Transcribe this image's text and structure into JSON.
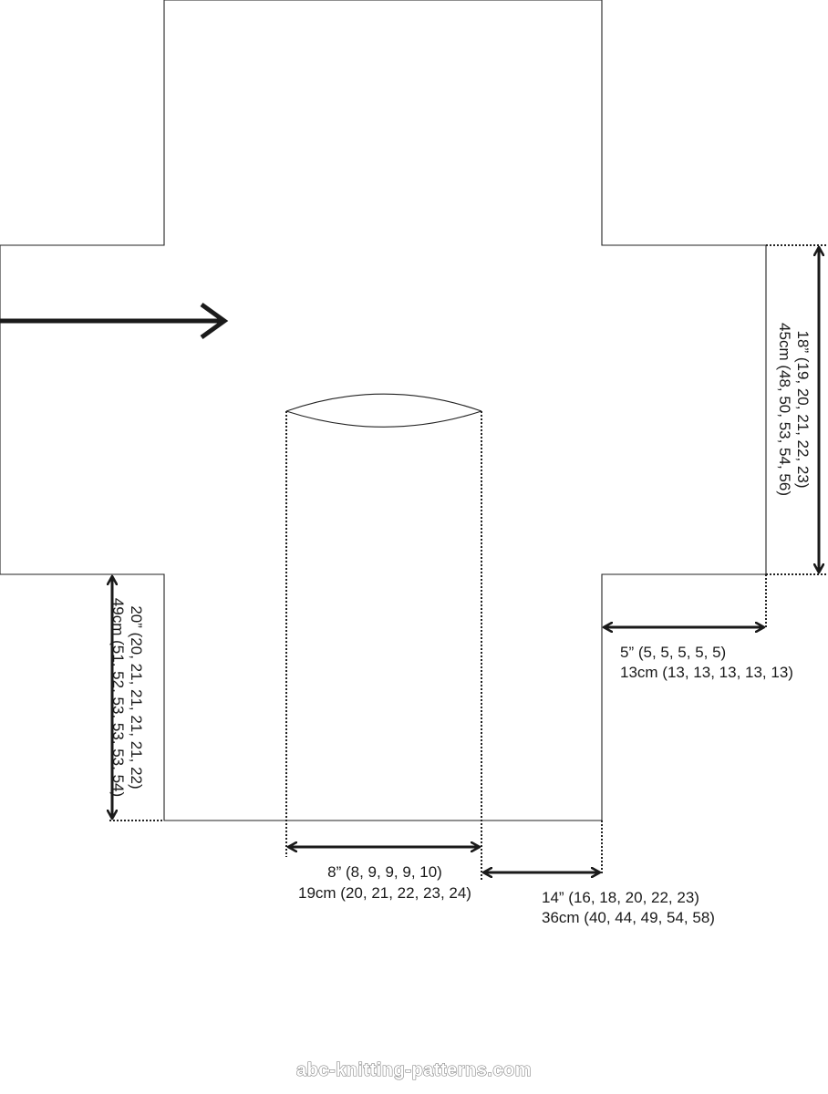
{
  "measurements": {
    "sleeve_width": {
      "inches": "18” (19, 20, 21, 22, 23)",
      "cm": "45cm (48, 50, 53, 54, 56)"
    },
    "sleeve_length": {
      "inches": "5” (5, 5, 5, 5, 5)",
      "cm": "13cm (13, 13, 13, 13, 13)"
    },
    "body_length": {
      "inches": "20” (20, 21, 21, 21, 21, 22)",
      "cm": "49cm (51, 52, 53, 53, 53, 54)"
    },
    "front_opening": {
      "inches": "8” (8, 9, 9, 9, 10)",
      "cm": "19cm (20, 21, 22, 23, 24)"
    },
    "front_panel": {
      "inches": "14” (16, 18, 20, 22, 23)",
      "cm": "36cm (40, 44, 49, 54, 58)"
    }
  },
  "watermark": "abc-knitting-patterns.com",
  "colors": {
    "line": "#222222",
    "arrow": "#1a1a1a",
    "background": "#ffffff"
  },
  "icons": {
    "direction": "right-arrow-icon"
  }
}
